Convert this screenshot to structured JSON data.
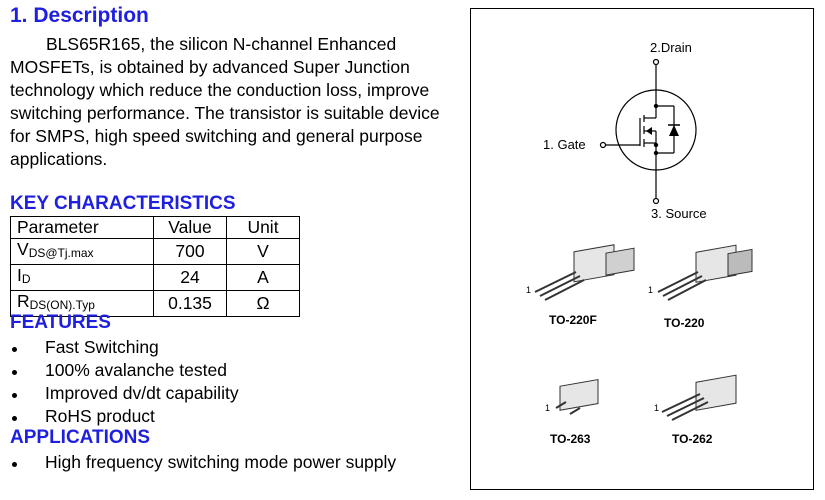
{
  "description": {
    "title": "1.  Description",
    "body": "BLS65R165, the silicon N-channel Enhanced MOSFETs, is obtained by advanced Super Junction technology which reduce the conduction loss, improve switching performance. The transistor is suitable device for SMPS, high speed switching and general purpose applications."
  },
  "key_characteristics": {
    "title": "KEY CHARACTERISTICS",
    "headers": [
      "Parameter",
      "Value",
      "Unit"
    ],
    "rows": [
      {
        "param_main": "V",
        "param_sub": "DS@Tj.max",
        "value": "700",
        "unit": "V"
      },
      {
        "param_main": "I",
        "param_sub": "D",
        "value": "24",
        "unit": "A"
      },
      {
        "param_main": "R",
        "param_sub": "DS(ON).Typ",
        "value": "0.135",
        "unit": "Ω"
      }
    ]
  },
  "features": {
    "title": "FEATURES",
    "items": [
      "Fast Switching",
      "100% avalanche tested",
      "Improved dv/dt capability",
      "RoHS product"
    ]
  },
  "applications": {
    "title": "APPLICATIONS",
    "items": [
      "High frequency switching mode power supply"
    ]
  },
  "schematic": {
    "drain": "2.Drain",
    "gate": "1. Gate",
    "source": "3. Source"
  },
  "packages": [
    {
      "name": "TO-220F",
      "pin": "1"
    },
    {
      "name": "TO-220",
      "pin": "1"
    },
    {
      "name": "TO-263",
      "pin": "1"
    },
    {
      "name": "TO-262",
      "pin": "1"
    }
  ]
}
